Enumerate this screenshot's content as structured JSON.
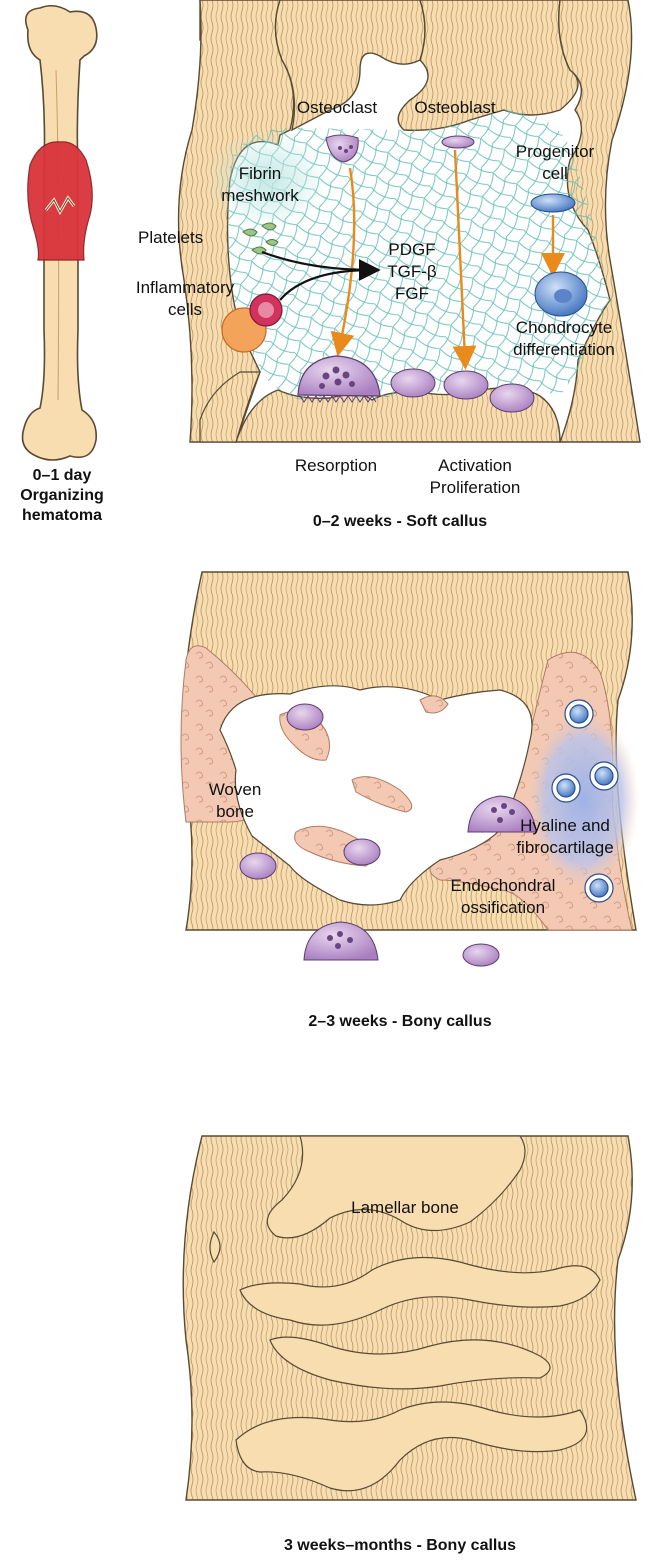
{
  "bone_caption": {
    "line1": "0–1 day",
    "line2": "Organizing",
    "line3": "hematoma"
  },
  "panel1": {
    "caption": "0–2 weeks - Soft callus",
    "osteoclast": "Osteoclast",
    "osteoblast": "Osteoblast",
    "fibrin_line1": "Fibrin",
    "fibrin_line2": "meshwork",
    "platelets": "Platelets",
    "inflammatory_line1": "Inflammatory",
    "inflammatory_line2": "cells",
    "pdgf": "PDGF",
    "tgf": "TGF-β",
    "fgf": "FGF",
    "progenitor_line1": "Progenitor",
    "progenitor_line2": "cell",
    "chondrocyte_line1": "Chondrocyte",
    "chondrocyte_line2": "differentiation",
    "resorption": "Resorption",
    "activation_line1": "Activation",
    "activation_line2": "Proliferation"
  },
  "panel2": {
    "caption": "2–3 weeks - Bony callus",
    "woven_line1": "Woven",
    "woven_line2": "bone",
    "hyaline_line1": "Hyaline and",
    "hyaline_line2": "fibrocartilage",
    "endo_line1": "Endochondral",
    "endo_line2": "ossification"
  },
  "panel3": {
    "caption": "3 weeks–months - Bony callus",
    "lamellar": "Lamellar bone"
  },
  "colors": {
    "bone": "#f7ddb0",
    "bone_line": "#5a4a33",
    "hematoma": "#d9333b",
    "mesh": "#5fbcb2",
    "osteoclast": "#c9a3d4",
    "osteoblast": "#b890cc",
    "progenitor": "#5f8fd0",
    "cartilage": "#a7b7e3",
    "woven": "#f3c9b4",
    "arrow": "#e88b1c"
  }
}
